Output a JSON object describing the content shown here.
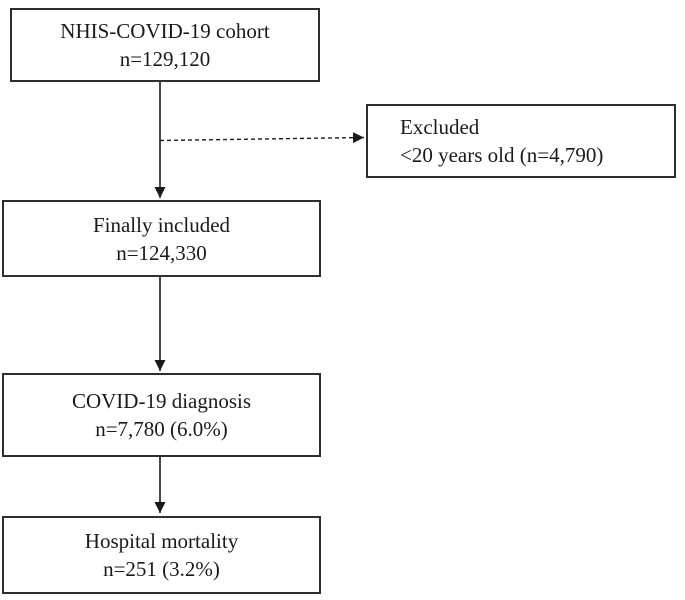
{
  "figure": {
    "kind": "study-flowchart",
    "background_color": "#ffffff",
    "box_border_color": "#2e2e2e",
    "text_color": "#1a1a1a",
    "arrow_color": "#1a1a1a"
  },
  "nodes": {
    "cohort": {
      "line1": "NHIS-COVID-19 cohort",
      "line2": "n=129,120"
    },
    "excluded": {
      "line1": "Excluded",
      "line2": "<20 years old (n=4,790)"
    },
    "included": {
      "line1": "Finally included",
      "line2": "n=124,330"
    },
    "diagnosis": {
      "line1": "COVID-19 diagnosis",
      "line2": "n=7,780 (6.0%)"
    },
    "mortality": {
      "line1": "Hospital mortality",
      "line2": "n=251 (3.2%)"
    }
  },
  "arrows": [
    {
      "from": "cohort",
      "to": "included",
      "style": "solid"
    },
    {
      "from": "cohort-included-connector",
      "to": "excluded",
      "style": "dashed"
    },
    {
      "from": "included",
      "to": "diagnosis",
      "style": "solid"
    },
    {
      "from": "diagnosis",
      "to": "mortality",
      "style": "solid"
    }
  ]
}
